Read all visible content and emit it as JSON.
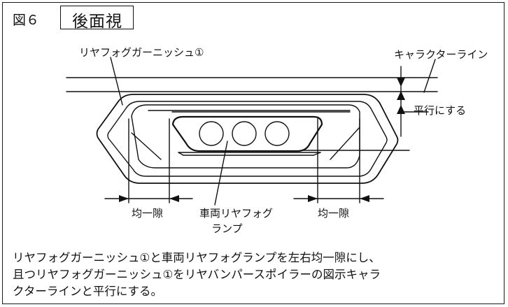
{
  "figure": {
    "number": "図６",
    "title": "後面視"
  },
  "labels": {
    "garnish": "リヤフォグガーニッシュ①",
    "character_line": "キャラクターライン",
    "parallel": "平行にする",
    "gap_left": "均一隙",
    "gap_right": "均一隙",
    "lamp_line1": "車両リヤフォグ",
    "lamp_line2": "ランプ"
  },
  "note": {
    "line1": "リヤフォグガーニッシュ①と車両リヤフォグランプを左右均一隙にし、",
    "line2": "且つリヤフォグガーニッシュ①をリヤバンパースポイラーの図示キャラ",
    "line3": "クターラインと平行にする。"
  }
}
